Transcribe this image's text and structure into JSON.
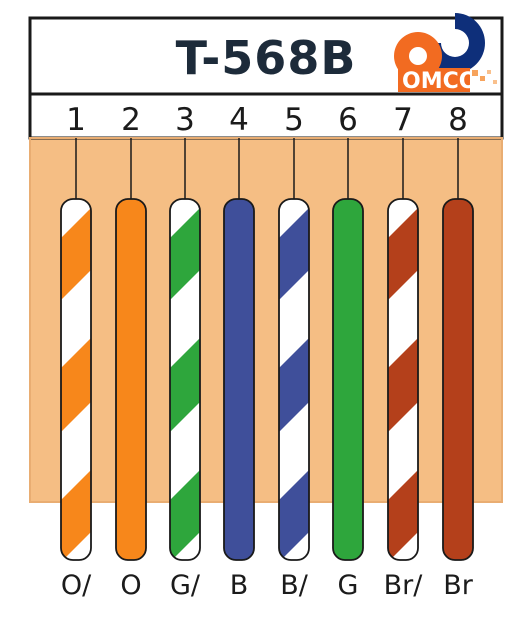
{
  "title": "T-568B",
  "logo": {
    "text": "OMCO",
    "colors": {
      "ring": "#0e2f7a",
      "body": "#f26b21"
    }
  },
  "colors": {
    "plug_body": "#f5be84",
    "frame": "#1a1a1a",
    "stripe_white": "#ffffff"
  },
  "pins": [
    {
      "number": "1",
      "label": "O/",
      "color": "#f7871b",
      "striped": true
    },
    {
      "number": "2",
      "label": "O",
      "color": "#f7871b",
      "striped": false
    },
    {
      "number": "3",
      "label": "G/",
      "color": "#2ea63c",
      "striped": true
    },
    {
      "number": "4",
      "label": "B",
      "color": "#3f4f9a",
      "striped": false
    },
    {
      "number": "5",
      "label": "B/",
      "color": "#3f4f9a",
      "striped": true
    },
    {
      "number": "6",
      "label": "G",
      "color": "#2ea63c",
      "striped": false
    },
    {
      "number": "7",
      "label": "Br/",
      "color": "#b4401b",
      "striped": true
    },
    {
      "number": "8",
      "label": "Br",
      "color": "#b4401b",
      "striped": false
    }
  ]
}
